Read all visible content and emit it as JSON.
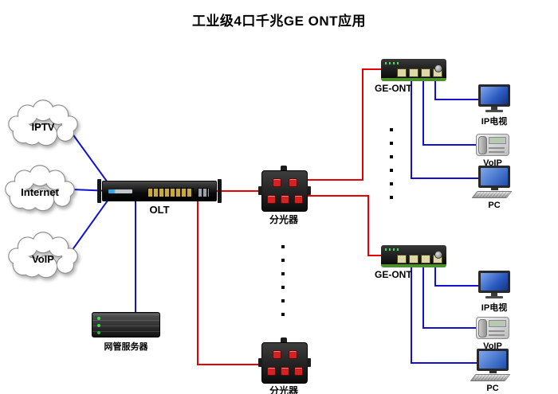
{
  "title": "工业级4口千兆GE ONT应用",
  "colors": {
    "fiber_line": "#e60000",
    "cable_line": "#1212cc",
    "splitter_port": "#d42222",
    "ont_accent": "#4c8f2f",
    "screen_blue": "#2a59c0"
  },
  "nodes": {
    "iptv_cloud": {
      "label": "IPTV"
    },
    "internet_cloud": {
      "label": "Internet"
    },
    "voip_cloud": {
      "label": "VoIP"
    },
    "olt": {
      "label": "OLT"
    },
    "splitter_top": {
      "label": "分光器"
    },
    "splitter_bottom": {
      "label": "分光器"
    },
    "ont_top": {
      "label": "GE-ONT"
    },
    "ont_bottom": {
      "label": "GE-ONT"
    },
    "nms_server": {
      "label": "网管服务器"
    },
    "top_group": {
      "tv": {
        "label": "IP电视"
      },
      "phone": {
        "label": "VoIP"
      },
      "pc": {
        "label": "PC"
      }
    },
    "bottom_group": {
      "tv": {
        "label": "IP电视"
      },
      "phone": {
        "label": "VoIP"
      },
      "pc": {
        "label": "PC"
      }
    }
  }
}
